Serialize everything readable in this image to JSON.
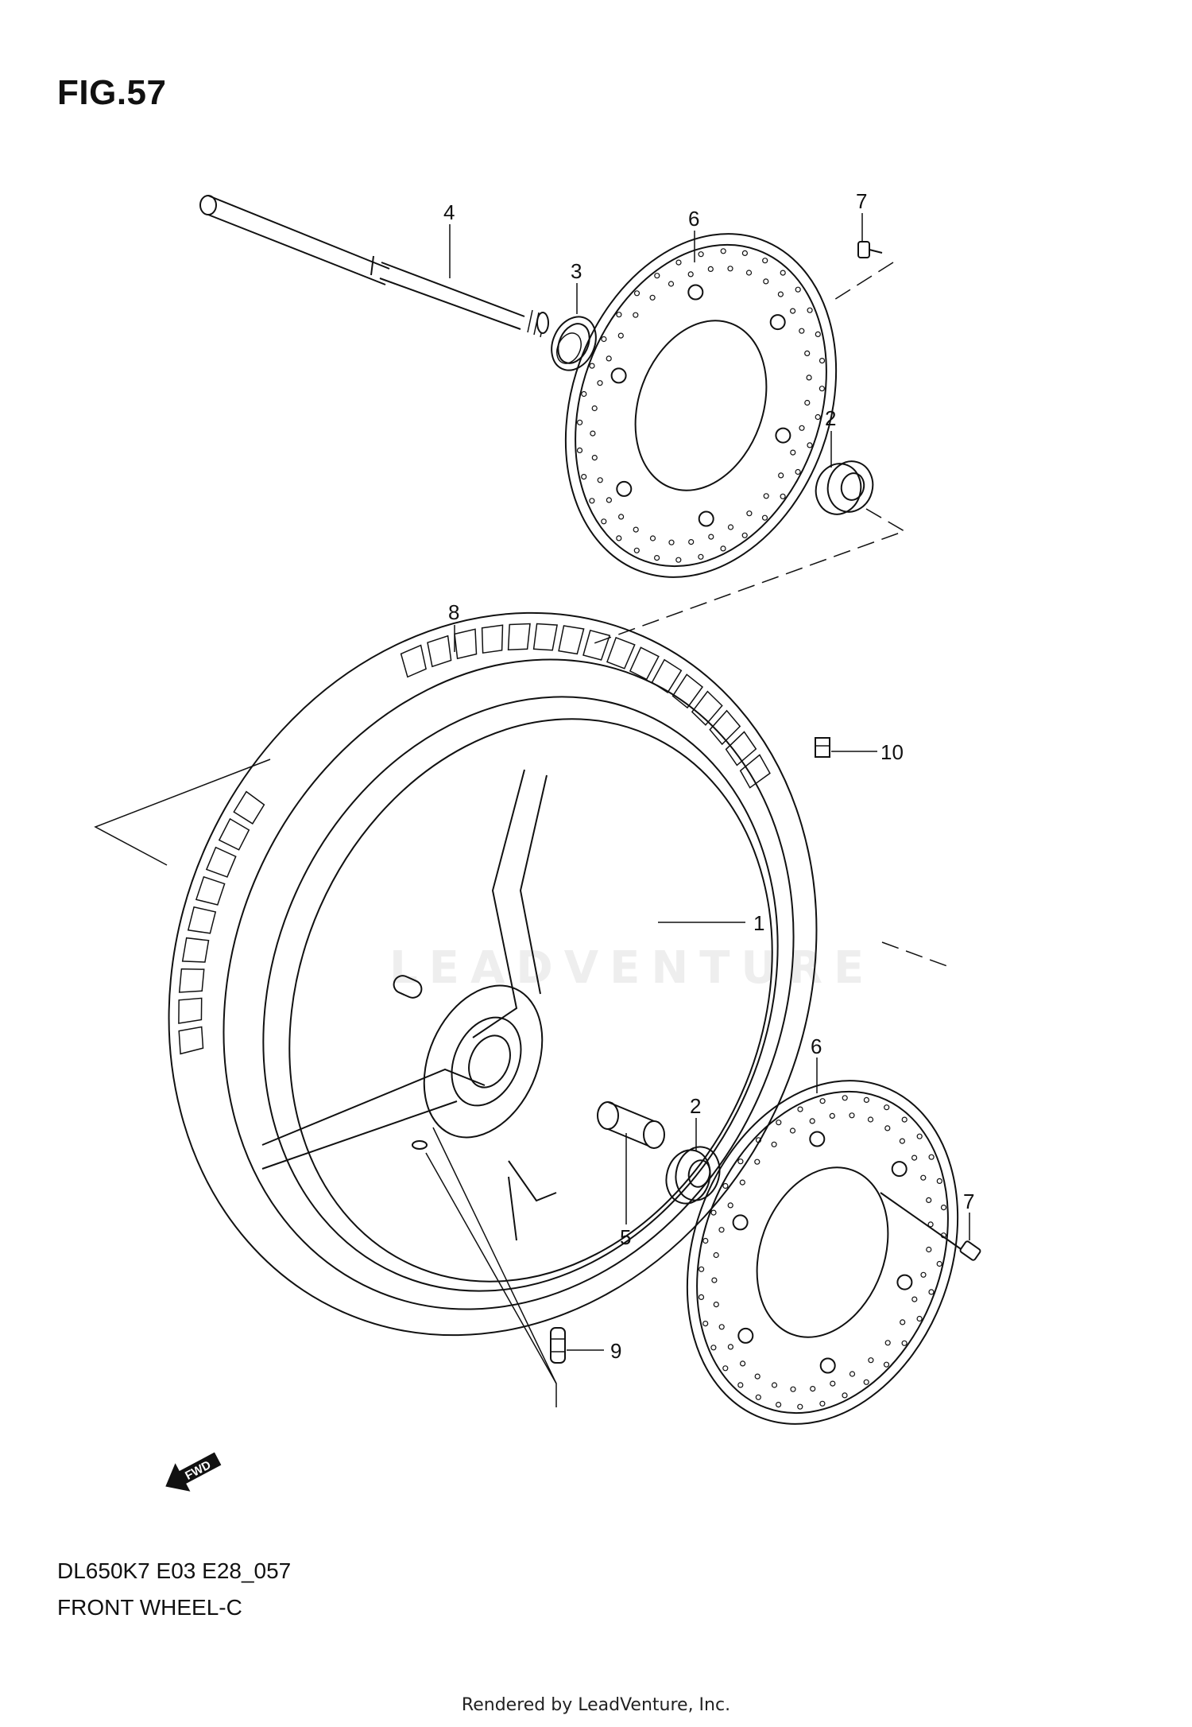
{
  "figure": {
    "title": "FIG.57"
  },
  "footer": {
    "model_code": "DL650K7 E03 E28_057",
    "section_name": "FRONT WHEEL-C",
    "credit": "Rendered by LeadVenture, Inc."
  },
  "watermark": "LEADVENTURE",
  "fwd_badge": "FWD",
  "callouts": [
    {
      "id": "c1",
      "number": "1",
      "part": "wheel"
    },
    {
      "id": "c2a",
      "number": "2",
      "part": "bearing"
    },
    {
      "id": "c2b",
      "number": "2",
      "part": "bearing"
    },
    {
      "id": "c3",
      "number": "3",
      "part": "dust-seal"
    },
    {
      "id": "c4",
      "number": "4",
      "part": "axle"
    },
    {
      "id": "c5",
      "number": "5",
      "part": "spacer"
    },
    {
      "id": "c6a",
      "number": "6",
      "part": "brake-disc"
    },
    {
      "id": "c6b",
      "number": "6",
      "part": "brake-disc"
    },
    {
      "id": "c7a",
      "number": "7",
      "part": "disc-bolt"
    },
    {
      "id": "c7b",
      "number": "7",
      "part": "disc-bolt"
    },
    {
      "id": "c8",
      "number": "8",
      "part": "tire"
    },
    {
      "id": "c9",
      "number": "9",
      "part": "valve"
    },
    {
      "id": "c10",
      "number": "10",
      "part": "balancer-weight"
    }
  ]
}
